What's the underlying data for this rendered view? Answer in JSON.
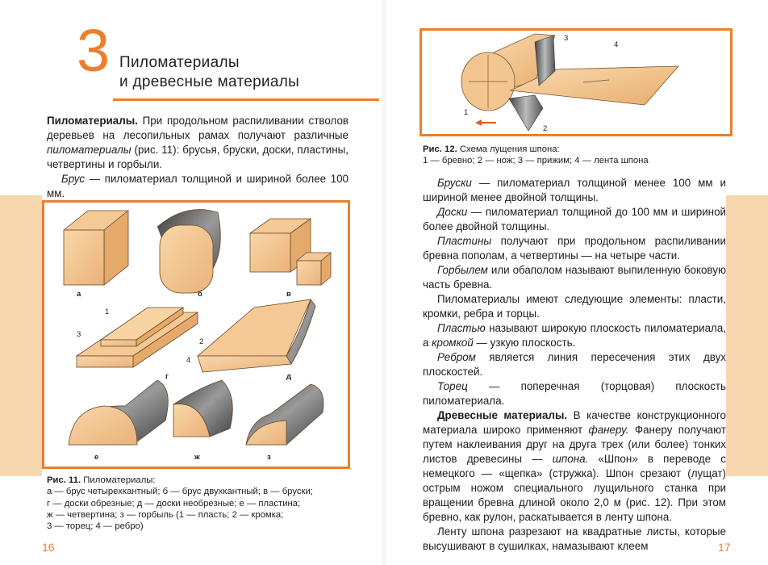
{
  "left_page": {
    "chapter_number": "3",
    "chapter_title_line1": "Пиломатериалы",
    "chapter_title_line2": "и древесные материалы",
    "intro": {
      "p1_bold": "Пиломатериалы.",
      "p1_a": " При продольном распиливании стволов деревьев на лесопильных рамах получают различные ",
      "p1_italic": "пиломатериалы",
      "p1_b": " (рис. 11): брусья, бруски, доски, пластины, четвертины и горбыли.",
      "p2_italic": "Брус",
      "p2_rest": " — пиломатериал толщиной и шириной более 100 мм."
    },
    "figure11": {
      "letters": [
        "а",
        "б",
        "в",
        "г",
        "д",
        "е",
        "ж",
        "з"
      ],
      "numbers": [
        "1",
        "2",
        "3",
        "4"
      ],
      "caption_title": "Рис. 11.",
      "caption_title_rest": " Пиломатериалы:",
      "caption_lines": [
        "а — брус четырехкантный; б — брус двухкантный; в — бруски;",
        "г — доски обрезные; д — доски необрезные; е — пластина;",
        "ж — четвертина; з — горбыль (1 — пласть; 2 — кромка;",
        "3 — торец; 4 — ребро)"
      ]
    },
    "page_number": "16"
  },
  "right_page": {
    "figure12": {
      "labels": [
        "1",
        "2",
        "3",
        "4"
      ],
      "caption_title": "Рис. 12.",
      "caption_title_rest": " Схема лущения шпона:",
      "caption_line2": "1 — бревно; 2 — нож; 3 — прижим; 4 — лента шпона"
    },
    "paragraphs": {
      "bruski_i": "Бруски",
      "bruski_r": " — пиломатериал толщиной менее 100 мм и шириной менее двойной толщины.",
      "doski_i": "Доски",
      "doski_r": " — пиломатериал толщиной до 100 мм и шириной более двойной толщины.",
      "plastiny_i": "Пластины",
      "plastiny_r": " получают при продольном распиливании бревна пополам, а четвертины — на четыре части.",
      "gorbyl_i": "Горбылем",
      "gorbyl_r": " или обаполом называют выпиленную боковую часть бревна.",
      "elements": "Пиломатериалы имеют следующие элементы: пласти, кромки, ребра и торцы.",
      "plast_i": "Пластью",
      "plast_r1": " называют широкую плоскость пиломатериала, а ",
      "plast_i2": "кромкой",
      "plast_r2": " — узкую плоскость.",
      "rebro_i": "Ребром",
      "rebro_r": " является линия пересечения этих двух плоскостей.",
      "torec_i": "Торец",
      "torec_r": " — поперечная (торцовая) плоскость пиломатериала.",
      "wood_b": "Древесные материалы.",
      "wood_r1": " В качестве конструкционного материала широко применяют ",
      "wood_i1": "фанеру.",
      "wood_r2": " Фанеру получают путем наклеивания друг на друга трех (или более) тонких листов древесины — ",
      "wood_i2": "шпона.",
      "wood_r3": " «Шпон» в переводе с немецкого — «щепка» (стружка). Шпон срезают (лущат) острым ножом специального лущильного станка при вращении бревна длиной около 2,0 м (рис. 12). При этом бревно, как рулон, раскатывается в ленту шпона.",
      "last": "Ленту шпона разрезают на квадратные листы, которые высушивают в сушилках, намазывают клеем"
    },
    "page_number": "17"
  },
  "colors": {
    "accent": "#ec7f2c",
    "band": "#f6d7ae",
    "wood": "#f3c590",
    "bark": "#555555"
  }
}
